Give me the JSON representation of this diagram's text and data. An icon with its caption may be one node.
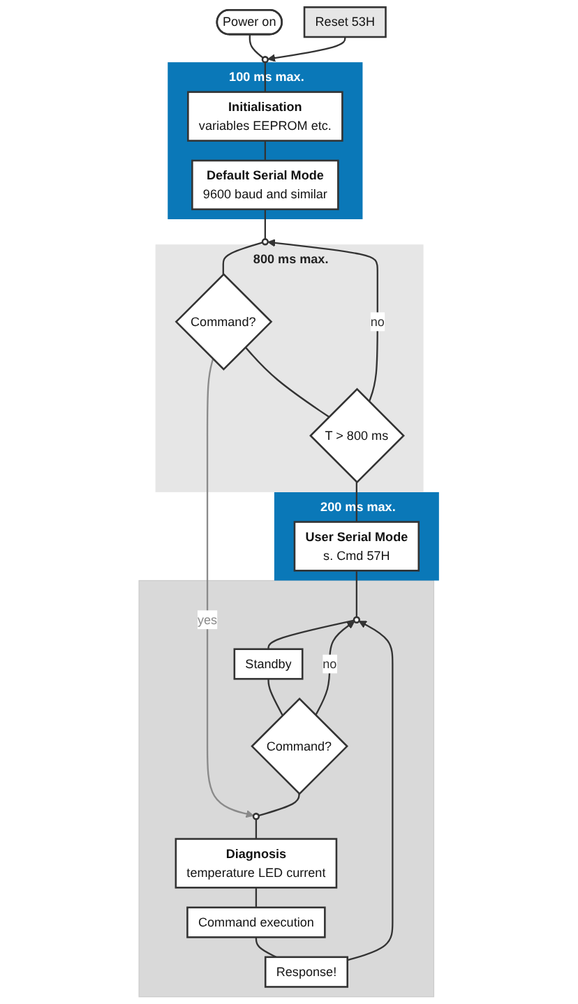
{
  "diagram": {
    "nodes": [
      {
        "text": [
          "Power on"
        ]
      },
      {
        "text": [
          "Reset 53H"
        ]
      },
      {
        "text": [],
        "shape": "circle"
      },
      {
        "text": [
          "100 ms max."
        ]
      },
      {
        "text": [
          "Initialisation",
          "variables EEPROM etc."
        ],
        "in": 3
      },
      {
        "text": [
          "Default Serial Mode",
          "9600 baud and similar"
        ],
        "in": 3
      },
      {
        "text": [
          "800 ms max."
        ]
      },
      {
        "text": [],
        "shape": "circle"
      },
      {
        "text": [
          "Command?"
        ],
        "in": 6
      },
      {
        "text": [
          "T > 800 ms"
        ],
        "in": 6
      },
      {
        "text": [
          "200 ms max."
        ]
      },
      {
        "text": [
          "User Serial Mode",
          "s. Cmd 57H"
        ],
        "in": 10
      },
      {
        "text": [],
        "shape": "box"
      },
      {
        "text": [],
        "shape": "circle",
        "in": 12
      },
      {
        "text": [
          "Standby"
        ],
        "in": 12
      },
      {
        "text": [
          "Command?"
        ],
        "in": 12
      },
      {
        "text": [],
        "shape": "circle",
        "in": 12
      },
      {
        "text": [
          "Diagnosis",
          "temperature LED current"
        ],
        "in": 12
      },
      {
        "text": [
          "Command execution"
        ],
        "in": 12
      },
      {
        "text": [
          "Response!"
        ],
        "in": 12
      }
    ],
    "edges": [
      {
        "from": 0,
        "to": 2,
        "arrow": "none"
      },
      {
        "from": 1,
        "to": 2,
        "arrow": "to"
      },
      {
        "from": 2,
        "to": 4,
        "arrow": "none"
      },
      {
        "from": 4,
        "to": 5,
        "arrow": "none"
      },
      {
        "from": 5,
        "to": 7,
        "arrow": "none"
      },
      {
        "from": 7,
        "to": 8,
        "arrow": "none"
      },
      {
        "from": 8,
        "to": 9,
        "arrow": "none"
      },
      {
        "from": 9,
        "to": 7,
        "arrow": "to",
        "label": "no"
      },
      {
        "from": 8,
        "to": 16,
        "arrow": "to",
        "label": "yes",
        "color": "#8a8a8a"
      },
      {
        "from": 9,
        "to": 11,
        "arrow": "none"
      },
      {
        "from": 11,
        "to": 13,
        "arrow": "none"
      },
      {
        "from": 13,
        "to": 14,
        "arrow": "none"
      },
      {
        "from": 14,
        "to": 15,
        "arrow": "none"
      },
      {
        "from": 15,
        "to": 13,
        "arrow": "to",
        "label": "no"
      },
      {
        "from": 15,
        "to": 16,
        "arrow": "none"
      },
      {
        "from": 16,
        "to": 17,
        "arrow": "none"
      },
      {
        "from": 17,
        "to": 18,
        "arrow": "none"
      },
      {
        "from": 18,
        "to": 19,
        "arrow": "none"
      },
      {
        "from": 19,
        "to": 13,
        "arrow": "to"
      }
    ]
  }
}
